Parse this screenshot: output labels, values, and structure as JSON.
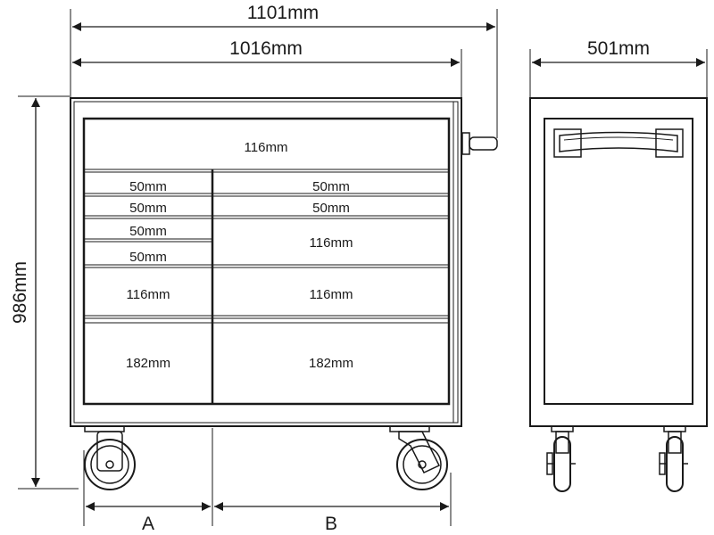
{
  "dimensions": {
    "overall_width": "1101mm",
    "body_width": "1016mm",
    "depth": "501mm",
    "height": "986mm",
    "caster_span_a": "A",
    "caster_span_b": "B"
  },
  "drawers": {
    "top": "116mm",
    "left": [
      "50mm",
      "50mm",
      "50mm",
      "50mm",
      "116mm",
      "182mm"
    ],
    "right": [
      "50mm",
      "50mm",
      "116mm",
      "116mm",
      "182mm"
    ]
  },
  "colors": {
    "line": "#1a1a1a",
    "background": "#ffffff"
  }
}
